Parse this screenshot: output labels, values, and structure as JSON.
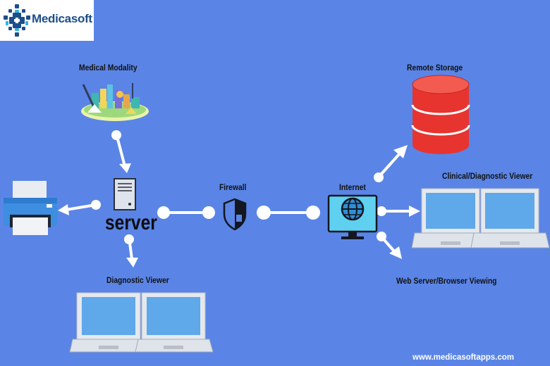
{
  "brand": {
    "name": "Medicasoft",
    "website": "www.medicasoftapps.com"
  },
  "colors": {
    "background": "#5a85e6",
    "connector": "#ffffff",
    "storage": "#e8342f",
    "screen": "#5fa8ea"
  },
  "nodes": {
    "medical_modality": "Medical Modality",
    "server": "server",
    "firewall": "Firewall",
    "internet": "Internet",
    "remote_storage": "Remote Storage",
    "clinical_viewer": "Clinical/Diagnostic Viewer",
    "web_server": "Web Server/Browser Viewing",
    "diagnostic_viewer": "Diagnostic Viewer"
  },
  "icons": [
    "medicasoft-logo-icon",
    "medical-modality-icon",
    "printer-icon",
    "server-icon",
    "firewall-shield-icon",
    "internet-globe-monitor-icon",
    "database-icon",
    "laptop-icon"
  ]
}
